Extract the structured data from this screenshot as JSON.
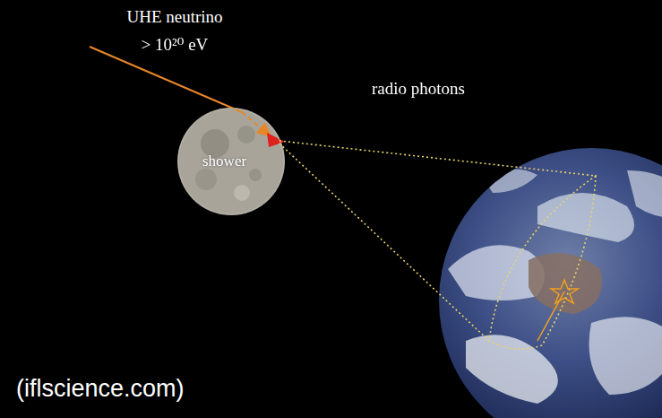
{
  "diagram": {
    "nodes": [
      {
        "text": [
          "shower"
        ]
      }
    ],
    "labels": [
      "UHE neutrino",
      "> 10²⁰ eV",
      "radio photons",
      "(iflscience.com)"
    ]
  }
}
